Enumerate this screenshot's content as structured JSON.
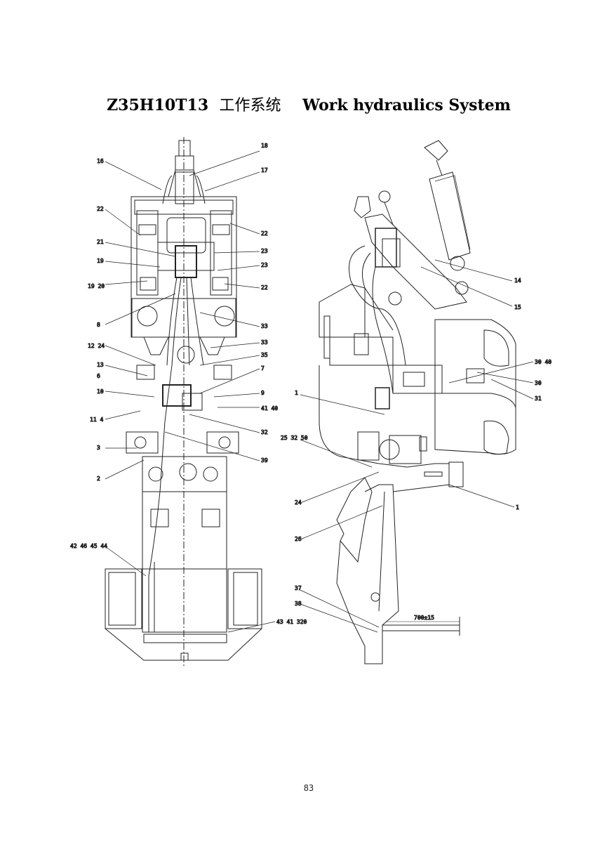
{
  "page": {
    "title_model": "Z35H10T13",
    "title_cn": "工作系统",
    "title_en": "Work hydraulics System",
    "page_number": "83"
  },
  "drawing": {
    "top_view_callouts_left": [
      "16",
      "22",
      "21",
      "19",
      "19 20",
      "8",
      "12 24",
      "13",
      "6",
      "10",
      "11 4",
      "3",
      "2",
      "42 46 45 44"
    ],
    "top_view_callouts_right": [
      "18",
      "17",
      "22",
      "23",
      "23",
      "22",
      "33",
      "33",
      "35",
      "7",
      "9",
      "41 40",
      "32",
      "39",
      "43 41 320"
    ],
    "side_view_callouts_left": [
      "1",
      "25 32 50",
      "24",
      "26",
      "37",
      "38"
    ],
    "side_view_callouts_right": [
      "14",
      "15",
      "30 40",
      "30",
      "31",
      "1"
    ],
    "dimension_label": "700±15"
  }
}
